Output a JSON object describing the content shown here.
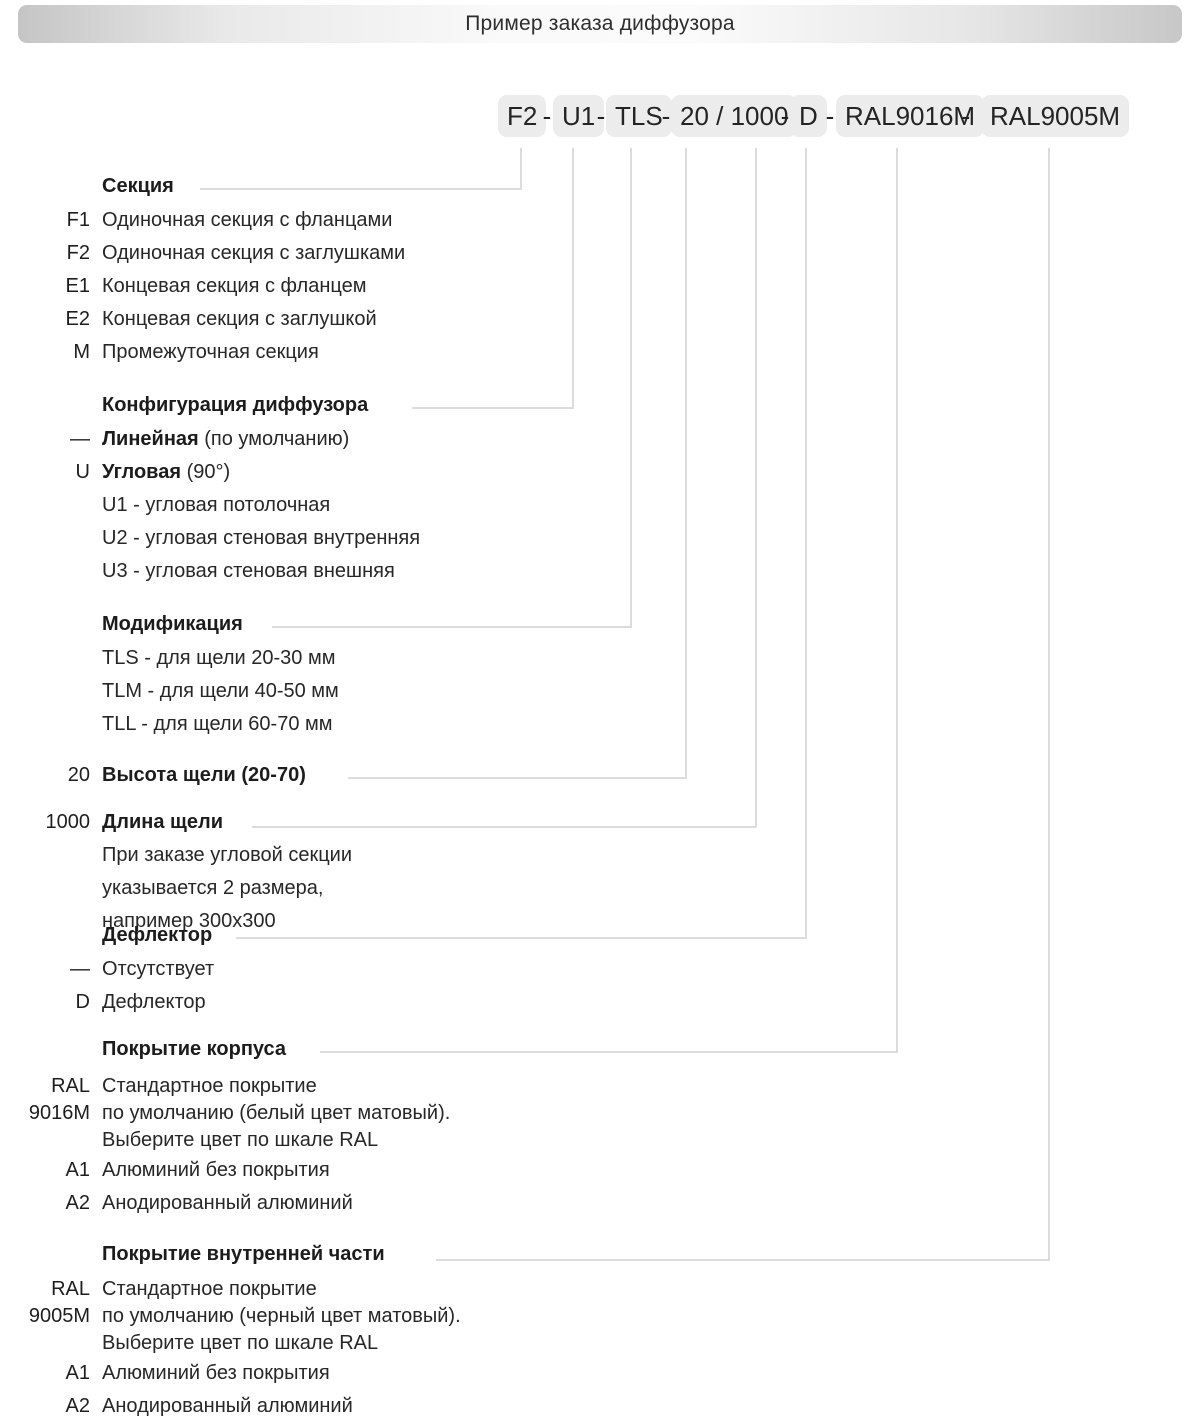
{
  "header": {
    "title": "Пример заказа диффузора"
  },
  "order_code": {
    "separator": "-",
    "segments": [
      {
        "label": "F2"
      },
      {
        "label": "U1"
      },
      {
        "label": "TLS"
      },
      {
        "label": "20 / 1000"
      },
      {
        "label": "D"
      },
      {
        "label": "RAL9016M"
      },
      {
        "label": "RAL9005M"
      }
    ]
  },
  "sections": [
    {
      "heading": "Секция",
      "items": [
        {
          "code": "F1",
          "text": "Одиночная секция с  фланцами"
        },
        {
          "code": "F2",
          "text": "Одиночная секция с заглушками"
        },
        {
          "code": "E1",
          "text": "Концевая секция с фланцем"
        },
        {
          "code": "E2",
          "text": "Концевая секция с заглушкой"
        },
        {
          "code": "M",
          "text": "Промежуточная секция"
        }
      ]
    },
    {
      "heading": "Конфигурация диффузора",
      "items": [
        {
          "code": "—",
          "bold": "Линейная",
          "text": "(по умолчанию)"
        },
        {
          "code": "U",
          "bold": "Угловая",
          "text": "(90°)"
        },
        {
          "code": "",
          "text": "U1 - угловая потолочная"
        },
        {
          "code": "",
          "text": "U2 - угловая стеновая внутренняя"
        },
        {
          "code": "",
          "text": "U3 - угловая стеновая внешняя"
        }
      ]
    },
    {
      "heading": "Модификация",
      "items": [
        {
          "code": "",
          "text": "TLS -  для щели 20-30 мм"
        },
        {
          "code": "",
          "text": "TLM -  для щели 40-50 мм"
        },
        {
          "code": "",
          "text": "TLL -  для щели 60-70 мм"
        }
      ]
    },
    {
      "heading": "Высота щели (20-70)",
      "code": "20"
    },
    {
      "heading": "Длина щели",
      "code": "1000",
      "note_lines": [
        "При заказе угловой секции",
        "указывается 2 размера,",
        "например 300х300"
      ]
    },
    {
      "heading": "Дефлектор",
      "items": [
        {
          "code": "—",
          "text": "Отсутствует"
        },
        {
          "code": "D",
          "text": "Дефлектор"
        }
      ]
    },
    {
      "heading": "Покрытие корпуса",
      "ral_item": {
        "code_lines": [
          "RAL",
          "9016M"
        ],
        "desc_lines": [
          "Стандартное покрытие",
          "по умолчанию (белый цвет матовый).",
          "Выберите цвет по шкале RAL"
        ]
      },
      "items": [
        {
          "code": "A1",
          "text": "Алюминий без покрытия"
        },
        {
          "code": "A2",
          "text": "Анодированный алюминий"
        }
      ]
    },
    {
      "heading": "Покрытие внутренней части",
      "ral_item": {
        "code_lines": [
          "RAL",
          "9005M"
        ],
        "desc_lines": [
          "Стандартное покрытие",
          "по умолчанию (черный цвет матовый).",
          "Выберите цвет по шкале RAL"
        ]
      },
      "items": [
        {
          "code": "A1",
          "text": "Алюминий без покрытия"
        },
        {
          "code": "A2",
          "text": "Анодированный алюминий"
        }
      ]
    }
  ]
}
